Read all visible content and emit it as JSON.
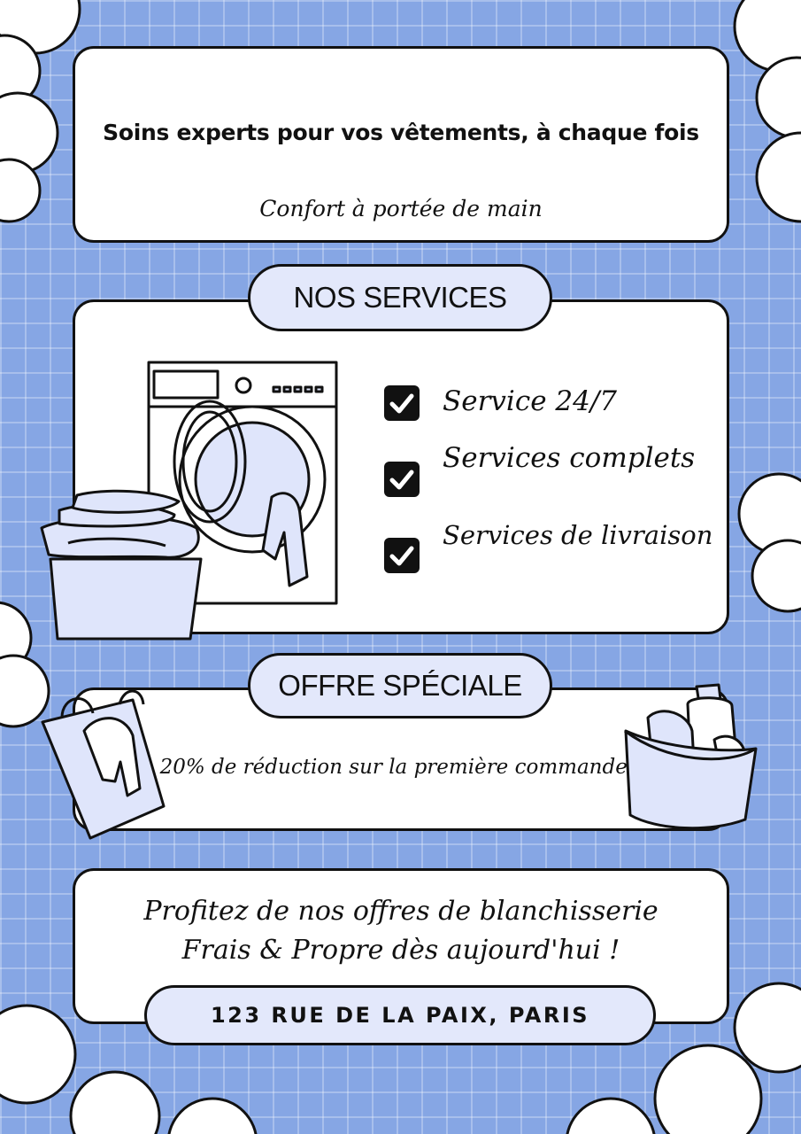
{
  "colors": {
    "background": "#86a6e4",
    "panel": "#ffffff",
    "pill": "#e3e8fb",
    "ink": "#111111",
    "illustration_fill": "#dfe5fb"
  },
  "header": {
    "headline": "Soins experts pour vos vêtements, à chaque fois",
    "tagline": "Confort à portée de main"
  },
  "services": {
    "title": "NOS SERVICES",
    "illustration": "washing-machine-laundry-basket-icon",
    "items": [
      {
        "label": "Service 24/7",
        "icon": "checkbox-checked-icon"
      },
      {
        "label": "Services complets",
        "icon": "checkbox-checked-icon"
      },
      {
        "label": "Services de livraison",
        "icon": "checkbox-checked-icon"
      }
    ]
  },
  "offer": {
    "title": "OFFRE SPÉCIALE",
    "text": "20% de réduction sur la première commande !",
    "left_illustration": "laundry-bag-icon",
    "right_illustration": "laundry-tub-icon"
  },
  "cta": {
    "line1": "Profitez de nos offres de blanchisserie",
    "line2": "Frais & Propre dès aujourd'hui !",
    "address": "123 RUE DE LA PAIX, PARIS"
  }
}
